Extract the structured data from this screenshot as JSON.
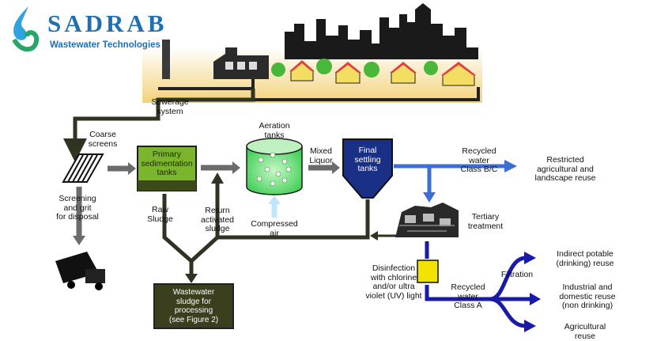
{
  "brand": {
    "name": "SADRAB",
    "tagline": "Wastewater Technologies"
  },
  "labels": {
    "sewerage": "Sewerage\nsystem",
    "coarse_screens": "Coarse\nscreens",
    "screening": "Screening\nand grit\nfor disposal",
    "primary": "Primary\nsedimentation\ntanks",
    "raw_sludge": "Raw\nSludge",
    "return_sludge": "Return\nactivated\nsludge",
    "aeration": "Aeration\ntanks",
    "compressed_air": "Compressed\nair",
    "mixed_liquor": "Mixed\nLiquor",
    "final_settling": "Final\nsettling\ntanks",
    "recycled_bc": "Recycled\nwater\nClass B/C",
    "restricted": "Restricted\nagricultural and\nlandscape reuse",
    "tertiary": "Tertiary\ntreatment",
    "disinfection": "Disinfection\nwith chlorine\nand/or ultra\nviolet (UV) light",
    "recycled_a": "Recycled\nwater\nClass A",
    "filtration": "Filtration",
    "indirect": "Indirect potable\n(drinking) reuse",
    "industrial": "Industrial and\ndomestic reuse\n(non drinking)",
    "agricultural": "Agricultural\nreuse",
    "wastewater_box": "Wastewater\nsludge for\nprocessing\n(see Figure 2)"
  },
  "colors": {
    "arrow_dark": "#2f3322",
    "arrow_grey": "#6b6b6b",
    "arrow_blue": "#3c6fd6",
    "arrow_navy": "#1a1aa8",
    "primary_tank": "#7bb52b",
    "aeration_tank": "#58d868",
    "final_tank": "#1a2f86",
    "disinfection_box": "#f2e200",
    "brand_blue": "#1f6fb3"
  }
}
